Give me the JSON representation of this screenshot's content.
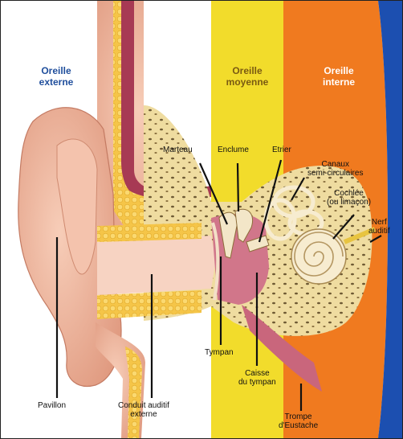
{
  "zones": {
    "external": {
      "line1": "Oreille",
      "line2": "externe",
      "color": "#1f4e9c"
    },
    "middle": {
      "line1": "Oreille",
      "line2": "moyenne",
      "color": "#7a5a12"
    },
    "internal": {
      "line1": "Oreille",
      "line2": "interne",
      "color": "#ffffff"
    }
  },
  "labels": {
    "marteau": "Marteau",
    "enclume": "Enclume",
    "etrier": "Etrier",
    "canaux_l1": "Canaux",
    "canaux_l2": "semi-circulaires",
    "cochlee_l1": "Cochlée",
    "cochlee_l2": "(ou limaçon)",
    "nerf_l1": "Nerf",
    "nerf_l2": "auditif",
    "pavillon": "Pavillon",
    "conduit_l1": "Conduit auditif",
    "conduit_l2": "externe",
    "tympan": "Tympan",
    "caisse_l1": "Caisse",
    "caisse_l2": "du tympan",
    "trompe_l1": "Trompe",
    "trompe_l2": "d'Eustache"
  },
  "colors": {
    "middle_band": "#f2dc2b",
    "inner_band": "#f07a1f",
    "outer_band": "#1c4fb0",
    "skin": "#f0b9a2",
    "bone": "#eedc9c",
    "fat": "#f6c64f",
    "canal": "#a73a54"
  }
}
